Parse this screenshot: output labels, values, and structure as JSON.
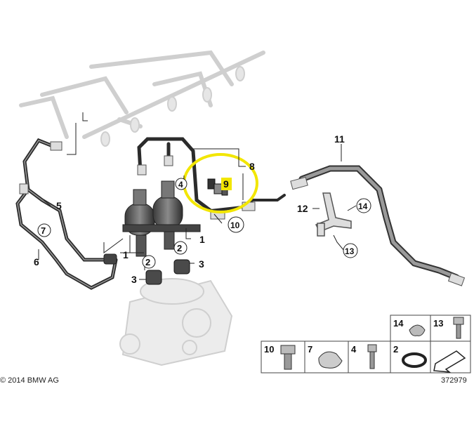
{
  "copyright": "© 2014 BMW AG",
  "diagram_number": "372979",
  "callouts": {
    "c1a": "1",
    "c1b": "1",
    "c2a": "2",
    "c2b": "2",
    "c3a": "3",
    "c3b": "3",
    "c4": "4",
    "c5": "5",
    "c6": "6",
    "c7": "7",
    "c8": "8",
    "c9": "9",
    "c10": "10",
    "c11": "11",
    "c12": "12",
    "c13": "13",
    "c14": "14"
  },
  "parts_table": {
    "row1": [
      "14",
      "13"
    ],
    "row2": [
      "10",
      "7",
      "4",
      "2"
    ]
  },
  "colors": {
    "highlight": "#f2e600",
    "line": "#111111",
    "ghost": "#cfcfcf"
  }
}
